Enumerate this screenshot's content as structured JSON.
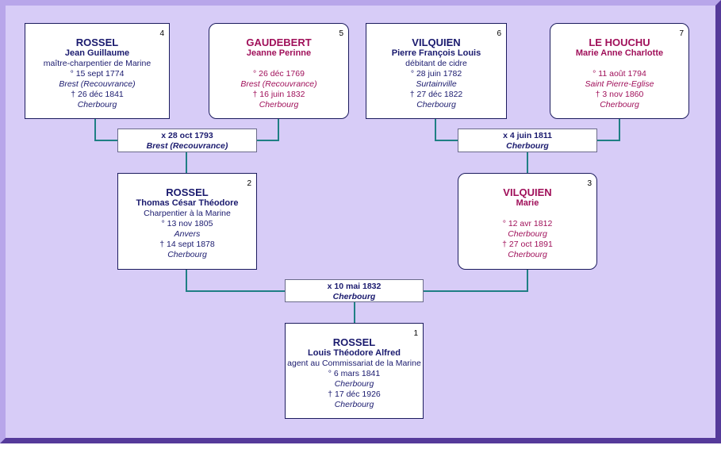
{
  "persons": {
    "p4": {
      "num": "4",
      "surname": "ROSSEL",
      "given": "Jean Guillaume",
      "occupation": "maître-charpentier de Marine",
      "birth": "° 15 sept 1774",
      "birth_place": "Brest (Recouvrance)",
      "death": "† 26 déc 1841",
      "death_place": "Cherbourg"
    },
    "p5": {
      "num": "5",
      "surname": "GAUDEBERT",
      "given": "Jeanne Perinne",
      "birth": "° 26 déc 1769",
      "birth_place": "Brest (Recouvrance)",
      "death": "† 16 juin 1832",
      "death_place": "Cherbourg"
    },
    "p6": {
      "num": "6",
      "surname": "VILQUIEN",
      "given": "Pierre François Louis",
      "occupation": "débitant de cidre",
      "birth": "° 28 juin 1782",
      "birth_place": "Surtainville",
      "death": "† 27 déc 1822",
      "death_place": "Cherbourg"
    },
    "p7": {
      "num": "7",
      "surname": "LE HOUCHU",
      "given": "Marie Anne Charlotte",
      "birth": "° 11 août 1794",
      "birth_place": "Saint Pierre-Eglise",
      "death": "† 3 nov 1860",
      "death_place": "Cherbourg"
    },
    "p2": {
      "num": "2",
      "surname": "ROSSEL",
      "given": "Thomas César Théodore",
      "occupation": "Charpentier à la Marine",
      "birth": "° 13 nov 1805",
      "birth_place": "Anvers",
      "death": "† 14 sept 1878",
      "death_place": "Cherbourg"
    },
    "p3": {
      "num": "3",
      "surname": "VILQUIEN",
      "given": "Marie",
      "birth": "° 12 avr 1812",
      "birth_place": "Cherbourg",
      "death": "† 27 oct 1891",
      "death_place": "Cherbourg"
    },
    "p1": {
      "num": "1",
      "surname": "ROSSEL",
      "given": "Louis Théodore Alfred",
      "occupation": "agent au Commissariat de la Marine",
      "birth": "° 6 mars 1841",
      "birth_place": "Cherbourg",
      "death": "† 17 déc 1926",
      "death_place": "Cherbourg"
    }
  },
  "marriages": {
    "m45": {
      "date": "x 28 oct 1793",
      "place": "Brest (Recouvrance)"
    },
    "m67": {
      "date": "x 4 juin 1811",
      "place": "Cherbourg"
    },
    "m23": {
      "date": "x 10 mai 1832",
      "place": "Cherbourg"
    }
  },
  "colors": {
    "background": "#d7ccf7",
    "border_light": "#b8a6ea",
    "border_dark": "#553a9a",
    "connector": "#1f7f84",
    "male_text": "#1a1a6e",
    "female_text": "#a0105a"
  }
}
